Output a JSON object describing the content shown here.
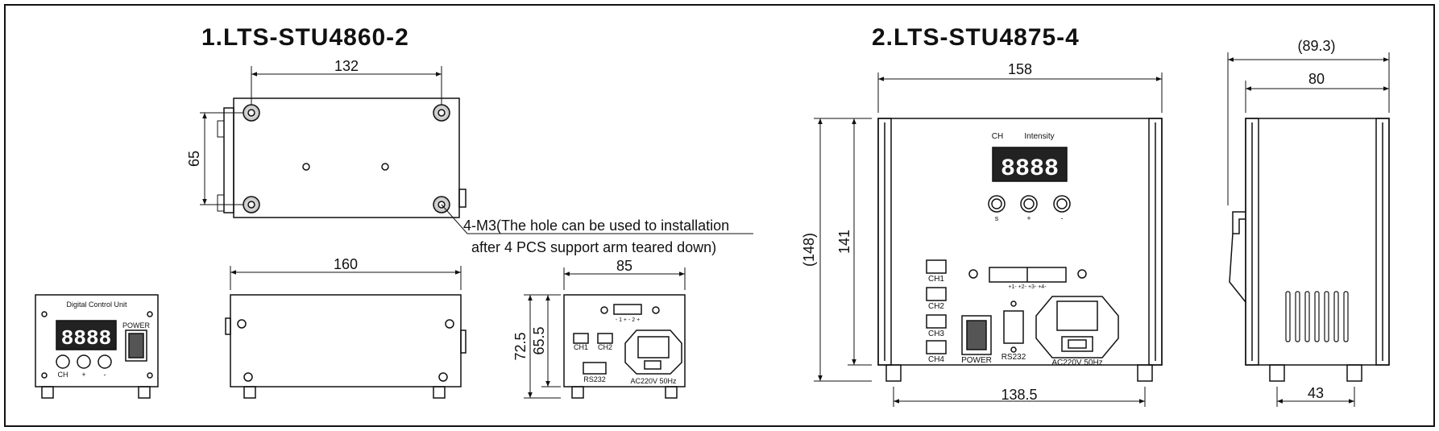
{
  "titles": {
    "model1": "1.LTS-STU4860-2",
    "model2": "2.LTS-STU4875-4"
  },
  "model1": {
    "dims": {
      "top_width": "132",
      "top_height": "65",
      "side_length": "160",
      "rear_width": "85",
      "rear_height_outer": "72.5",
      "rear_height_inner": "65.5"
    },
    "note_line1": "4-M3(The hole can be used to installation",
    "note_line2": "after 4 PCS support arm teared down)",
    "front_panel": {
      "label": "Digital Control Unit",
      "power": "POWER",
      "btn_ch": "CH",
      "btn_plus": "+",
      "btn_minus": "-"
    },
    "rear_panel": {
      "ch1": "CH1",
      "ch2": "CH2",
      "rs232": "RS232",
      "ac": "AC220V 50Hz",
      "terminal": "- 1 + - 2 +"
    }
  },
  "model2": {
    "dims": {
      "width_outer": "158",
      "height_outer": "(148)",
      "height_inner": "141",
      "foot_span": "138.5",
      "side_outer": "(89.3)",
      "side_inner": "80",
      "side_foot": "43"
    },
    "front_panel": {
      "ch": "CH",
      "intensity": "Intensity",
      "btn_s": "s",
      "btn_plus": "+",
      "btn_minus": "-",
      "ch1": "CH1",
      "ch2": "CH2",
      "ch3": "CH3",
      "ch4": "CH4",
      "power": "POWER",
      "rs232": "RS232",
      "ac": "AC220V 50Hz",
      "terminal": "+1-  +2-  +3-  +4-"
    }
  },
  "colors": {
    "line": "#111111",
    "panel_dark": "#222222",
    "background": "#ffffff"
  }
}
